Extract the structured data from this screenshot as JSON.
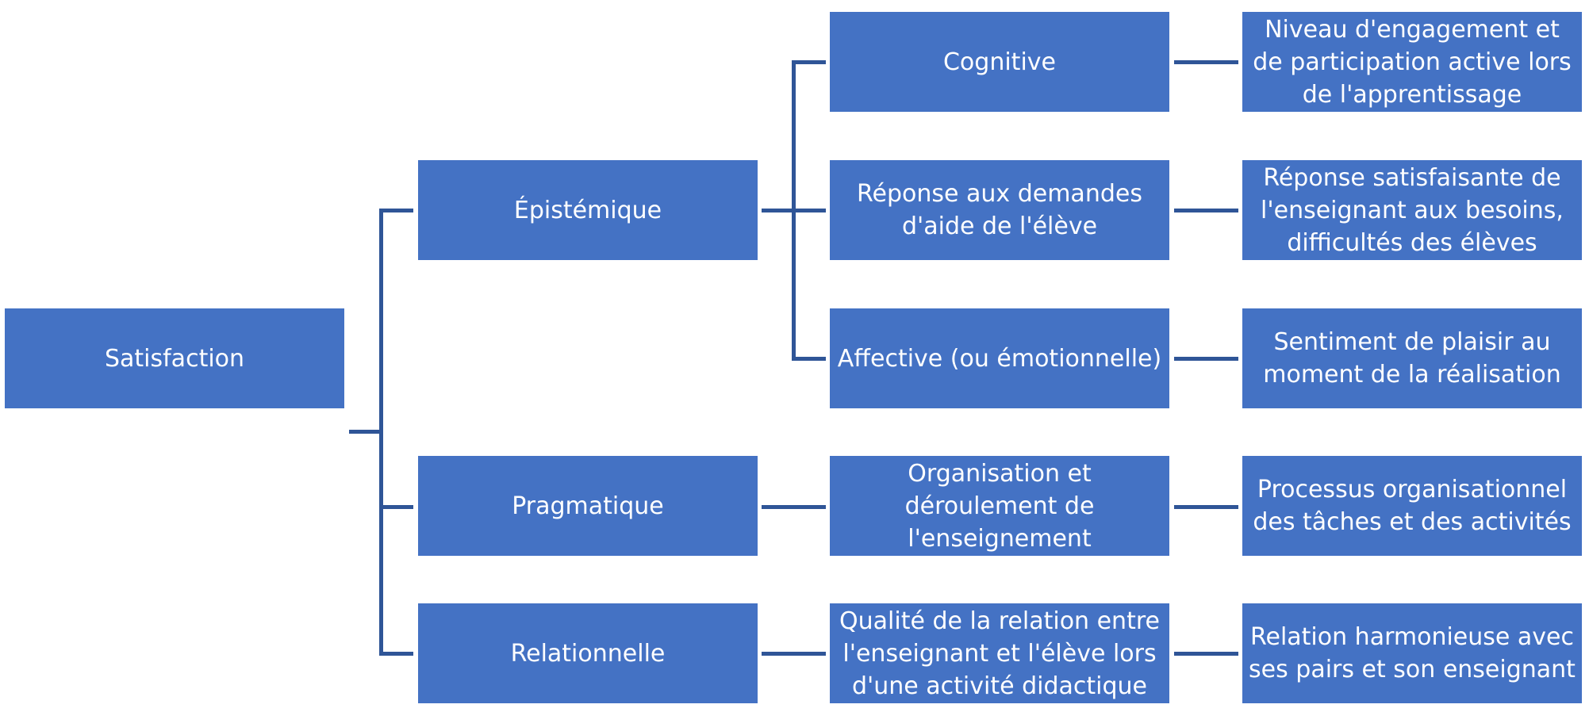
{
  "diagram": {
    "root": {
      "label": "Satisfaction"
    },
    "dimensions": [
      {
        "label": "Épistémique",
        "facets": [
          {
            "label": "Cognitive",
            "description": "Niveau d'engagement et de participation active lors de l'apprentissage"
          },
          {
            "label": "Réponse aux demandes d'aide de l'élève",
            "description": "Réponse satisfaisante de l'enseignant aux besoins, difficultés des élèves"
          },
          {
            "label": "Affective (ou émotionnelle)",
            "description": "Sentiment de plaisir au moment de la réalisation"
          }
        ]
      },
      {
        "label": "Pragmatique",
        "facets": [
          {
            "label": "Organisation et déroulement de l'enseignement",
            "description": "Processus organisationnel des tâches et des activités"
          }
        ]
      },
      {
        "label": "Relationnelle",
        "facets": [
          {
            "label": "Qualité de la relation entre l'enseignant et l'élève lors d'une activité didactique",
            "description": "Relation harmonieuse avec ses pairs et son enseignant"
          }
        ]
      }
    ],
    "colors": {
      "box_fill": "#4472c4",
      "box_text": "#ffffff",
      "connector": "#2f5597"
    }
  }
}
